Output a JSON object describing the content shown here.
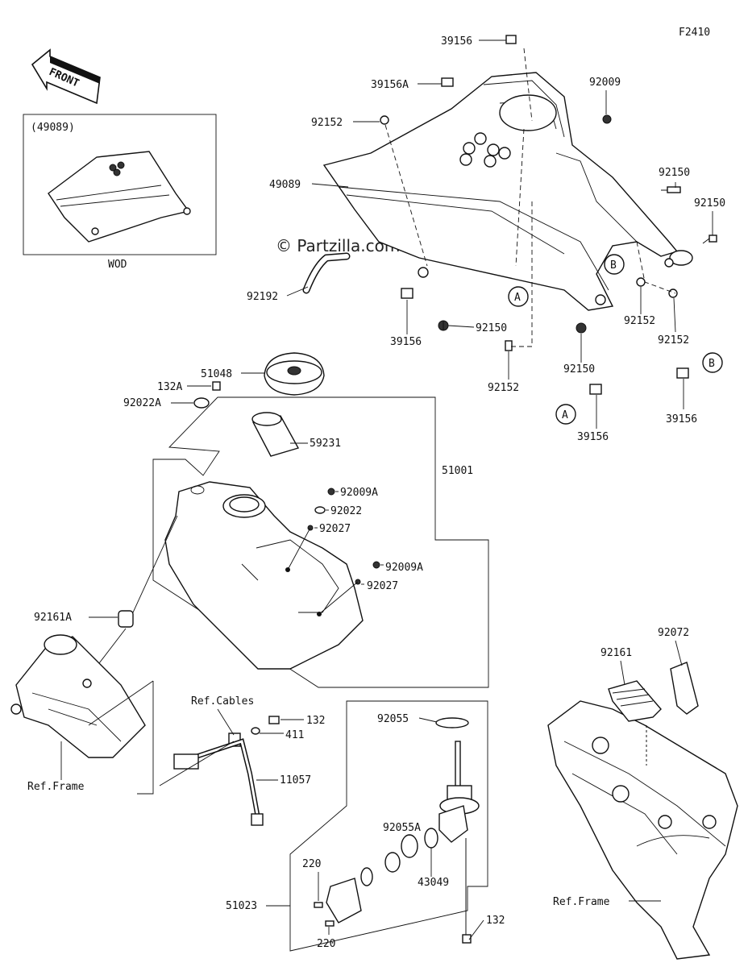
{
  "figure_code": "F2410",
  "watermark": "© Partzilla.com",
  "front_badge": "FRONT",
  "inset": {
    "title": "(49089)",
    "caption": "WOD"
  },
  "callouts": {
    "c39156_top": "39156",
    "c39156A": "39156A",
    "c92009": "92009",
    "c92152_l": "92152",
    "c49089": "49089",
    "c92150_r1": "92150",
    "c92150_r2": "92150",
    "c92192": "92192",
    "c92152_m": "92152",
    "c92152_r": "92152",
    "c39156_l": "39156",
    "c92150_m": "92150",
    "c51048": "51048",
    "c92150_b": "92150",
    "c132A": "132A",
    "c92152_b": "92152",
    "c92022A": "92022A",
    "c39156_r": "39156",
    "c39156_b": "39156",
    "c59231": "59231",
    "c51001": "51001",
    "c92009A_1": "92009A",
    "c92022": "92022",
    "c92027_1": "92027",
    "c92009A_2": "92009A",
    "c92027_2": "92027",
    "c92161A": "92161A",
    "c92072": "92072",
    "c92161": "92161",
    "ref_cables": "Ref.Cables",
    "c132_1": "132",
    "c411": "411",
    "ref_frame_l": "Ref.Frame",
    "c11057": "11057",
    "c92055": "92055",
    "c92055A": "92055A",
    "c220_1": "220",
    "c43049": "43049",
    "c51023": "51023",
    "c132_2": "132",
    "c220_2": "220",
    "ref_frame_r": "Ref.Frame"
  },
  "markers": {
    "A": "A",
    "B": "B"
  }
}
